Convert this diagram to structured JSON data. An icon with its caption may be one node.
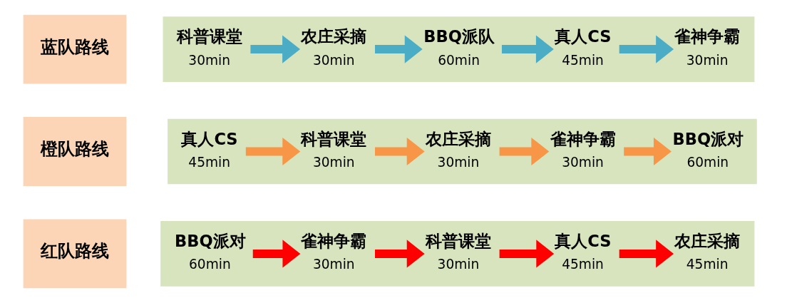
{
  "diagram": {
    "nodes": [
      {
        "text": [
          "蓝队路线"
        ]
      },
      {
        "text": [],
        "shape": "box"
      },
      {
        "text": [
          "科普课堂"
        ],
        "beside": [
          "30min"
        ],
        "in": 1
      },
      {
        "text": [
          "农庄采摘"
        ],
        "beside": [
          "30min"
        ],
        "in": 1
      },
      {
        "text": [
          "BBQ派队"
        ],
        "beside": [
          "60min"
        ],
        "in": 1
      },
      {
        "text": [
          "真人CS"
        ],
        "beside": [
          "45min"
        ],
        "in": 1
      },
      {
        "text": [
          "雀神争霸"
        ],
        "beside": [
          "30min"
        ],
        "in": 1
      },
      {
        "text": [
          "橙队路线"
        ]
      },
      {
        "text": [],
        "shape": "box"
      },
      {
        "text": [
          "真人CS"
        ],
        "beside": [
          "45min"
        ],
        "in": 8
      },
      {
        "text": [
          "科普课堂"
        ],
        "beside": [
          "30min"
        ],
        "in": 8
      },
      {
        "text": [
          "农庄采摘"
        ],
        "beside": [
          "30min"
        ],
        "in": 8
      },
      {
        "text": [
          "雀神争霸"
        ],
        "beside": [
          "30min"
        ],
        "in": 8
      },
      {
        "text": [
          "BBQ派对"
        ],
        "beside": [
          "60min"
        ],
        "in": 8
      },
      {
        "text": [
          "红队路线"
        ]
      },
      {
        "text": [],
        "shape": "box"
      },
      {
        "text": [
          "BBQ派对"
        ],
        "beside": [
          "60min"
        ],
        "in": 15
      },
      {
        "text": [
          "雀神争霸"
        ],
        "beside": [
          "30min"
        ],
        "in": 15
      },
      {
        "text": [
          "科普课堂"
        ],
        "beside": [
          "30min"
        ],
        "in": 15
      },
      {
        "text": [
          "真人CS"
        ],
        "beside": [
          "45min"
        ],
        "in": 15
      },
      {
        "text": [
          "农庄采摘"
        ],
        "beside": [
          "45min"
        ],
        "in": 15
      }
    ],
    "edges": [
      {
        "from": 2,
        "to": 3,
        "arrow": "to",
        "color": "#4bacc6"
      },
      {
        "from": 3,
        "to": 4,
        "arrow": "to",
        "color": "#4bacc6"
      },
      {
        "from": 4,
        "to": 5,
        "arrow": "to",
        "color": "#4bacc6"
      },
      {
        "from": 5,
        "to": 6,
        "arrow": "to",
        "color": "#4bacc6"
      },
      {
        "from": 9,
        "to": 10,
        "arrow": "to",
        "color": "#f79646"
      },
      {
        "from": 10,
        "to": 11,
        "arrow": "to",
        "color": "#f79646"
      },
      {
        "from": 11,
        "to": 12,
        "arrow": "to",
        "color": "#f79646"
      },
      {
        "from": 12,
        "to": 13,
        "arrow": "to",
        "color": "#f79646"
      },
      {
        "from": 16,
        "to": 17,
        "arrow": "to",
        "color": "#ff0000"
      },
      {
        "from": 17,
        "to": 18,
        "arrow": "to",
        "color": "#ff0000"
      },
      {
        "from": 18,
        "to": 19,
        "arrow": "to",
        "color": "#ff0000"
      },
      {
        "from": 19,
        "to": 20,
        "arrow": "to",
        "color": "#ff0000"
      }
    ]
  }
}
